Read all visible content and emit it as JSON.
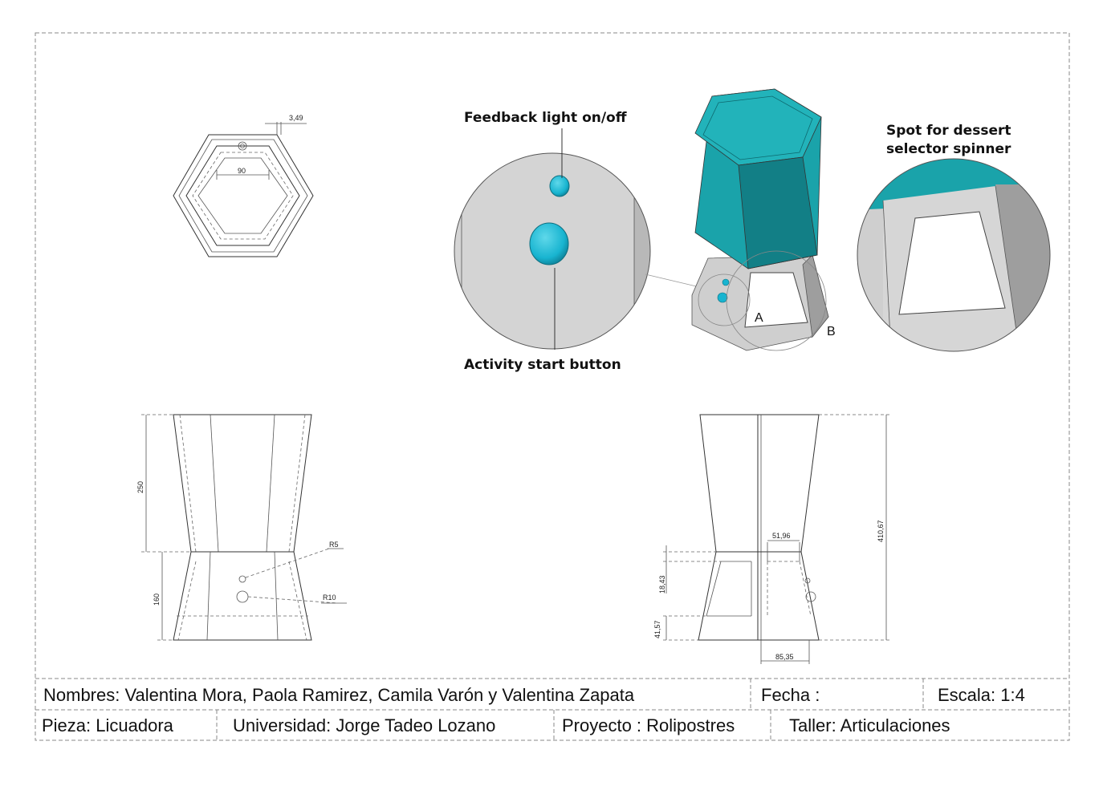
{
  "callouts": {
    "feedback_light": "Feedback light on/off",
    "activity_button": "Activity start button",
    "spinner_spot_line1": "Spot for dessert",
    "spinner_spot_line2": "selector spinner"
  },
  "view_labels": {
    "a": "A",
    "b": "B"
  },
  "dimensions": {
    "top_offset": "3,49",
    "top_inner": "90",
    "front_height_upper": "250",
    "front_height_lower": "160",
    "radius_small": "R5",
    "radius_large": "R10",
    "side_total_height": "410,67",
    "side_window_width": "51,96",
    "side_window_offset": "18,43",
    "side_base_height": "41,57",
    "side_base_width": "85,35"
  },
  "title_block": {
    "nombres": "Nombres: Valentina Mora, Paola Ramirez, Camila Varón y  Valentina Zapata",
    "fecha": "Fecha :",
    "escala": "Escala: 1:4",
    "pieza": "Pieza:  Licuadora",
    "universidad": "Universidad: Jorge Tadeo Lozano",
    "proyecto": "Proyecto : Rolipostres",
    "taller": "Taller: Articulaciones"
  },
  "colors": {
    "teal": "#1aa3aa",
    "teal_dark": "#127f86",
    "base_gray": "#cfcfcf",
    "button_blue": "#18b4d0"
  }
}
